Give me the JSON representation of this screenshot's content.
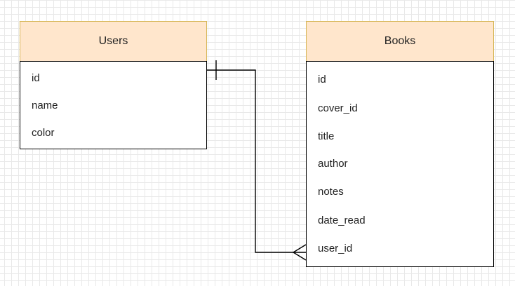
{
  "entities": {
    "users": {
      "title": "Users",
      "fields": [
        "id",
        "name",
        "color"
      ]
    },
    "books": {
      "title": "Books",
      "fields": [
        "id",
        "cover_id",
        "title",
        "author",
        "notes",
        "date_read",
        "user_id"
      ]
    }
  },
  "relationship": {
    "from": "Users.id",
    "to": "Books.user_id",
    "from_cardinality": "one",
    "to_cardinality": "many"
  },
  "colors": {
    "header_fill": "#ffe6cc",
    "header_border": "#d6b656",
    "grid_line": "#e9e9e9",
    "line": "#000000"
  }
}
